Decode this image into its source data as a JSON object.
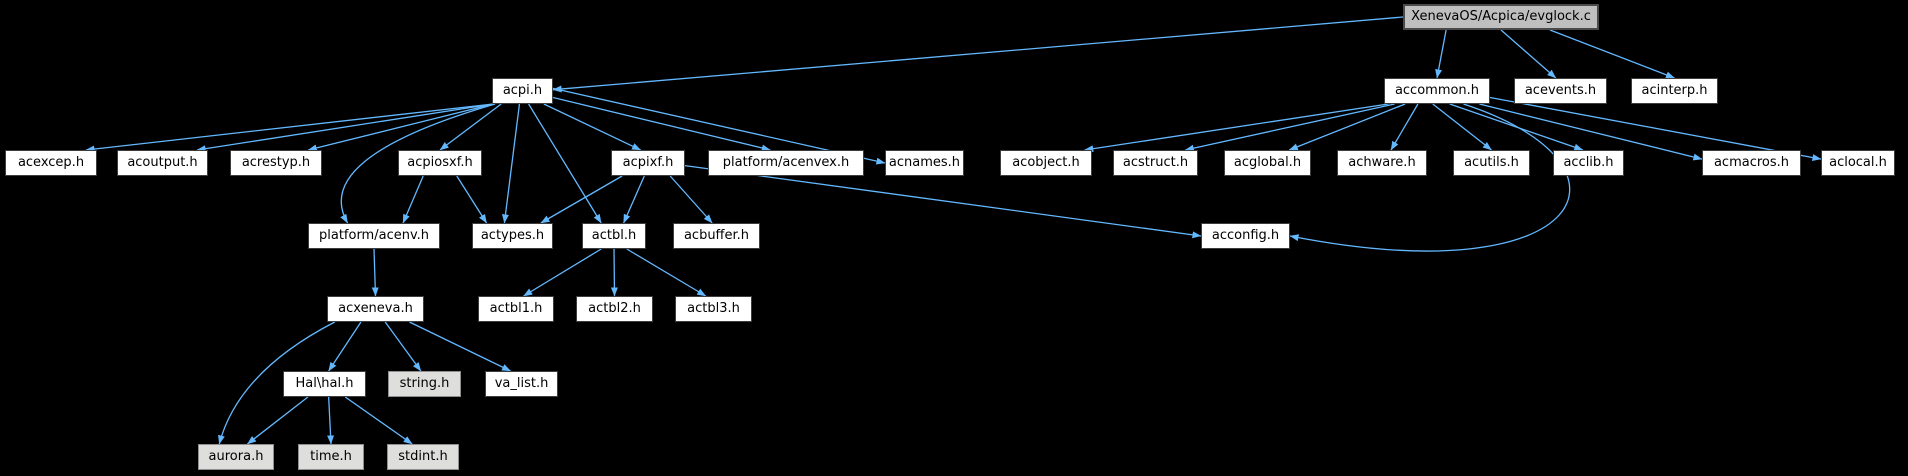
{
  "graph": {
    "title": "Include dependency graph for XenevaOS/Acpica/evglock.c",
    "edge_color": "#63B8FF",
    "node_fill": "#ffffff",
    "leaf_node_fill": "#dededd",
    "current_node_fill": "#bfbfbf",
    "background": "#000000"
  },
  "nodes": {
    "evglock": {
      "label": "XenevaOS/Acpica/evglock.c"
    },
    "acpi": {
      "label": "acpi.h"
    },
    "accommon": {
      "label": "accommon.h"
    },
    "acevents": {
      "label": "acevents.h"
    },
    "acinterp": {
      "label": "acinterp.h"
    },
    "acexcep": {
      "label": "acexcep.h"
    },
    "acoutput": {
      "label": "acoutput.h"
    },
    "acrestyp": {
      "label": "acrestyp.h"
    },
    "acpiosxf": {
      "label": "acpiosxf.h"
    },
    "acpixf": {
      "label": "acpixf.h"
    },
    "acenvex": {
      "label": "platform/acenvex.h"
    },
    "acnames": {
      "label": "acnames.h"
    },
    "acobject": {
      "label": "acobject.h"
    },
    "acstruct": {
      "label": "acstruct.h"
    },
    "acglobal": {
      "label": "acglobal.h"
    },
    "achware": {
      "label": "achware.h"
    },
    "acutils": {
      "label": "acutils.h"
    },
    "acclib": {
      "label": "acclib.h"
    },
    "acmacros": {
      "label": "acmacros.h"
    },
    "aclocal": {
      "label": "aclocal.h"
    },
    "acenv": {
      "label": "platform/acenv.h"
    },
    "actypes": {
      "label": "actypes.h"
    },
    "actbl": {
      "label": "actbl.h"
    },
    "acbuffer": {
      "label": "acbuffer.h"
    },
    "acconfig": {
      "label": "acconfig.h"
    },
    "acxeneva": {
      "label": "acxeneva.h"
    },
    "actbl1": {
      "label": "actbl1.h"
    },
    "actbl2": {
      "label": "actbl2.h"
    },
    "actbl3": {
      "label": "actbl3.h"
    },
    "hal": {
      "label": "Hal\\hal.h"
    },
    "string": {
      "label": "string.h"
    },
    "valist": {
      "label": "va_list.h"
    },
    "aurora": {
      "label": "aurora.h"
    },
    "time": {
      "label": "time.h"
    },
    "stdint": {
      "label": "stdint.h"
    }
  },
  "edges": [
    {
      "f": "evglock",
      "t": "acpi",
      "fa": [
        "left",
        0.5
      ],
      "ta": [
        "right",
        0.45
      ]
    },
    {
      "f": "evglock",
      "t": "accommon",
      "fa": [
        "bottom",
        0.22
      ],
      "ta": [
        "top",
        0.5
      ]
    },
    {
      "f": "evglock",
      "t": "acevents",
      "fa": [
        "bottom",
        0.5
      ],
      "ta": [
        "top",
        0.45
      ]
    },
    {
      "f": "evglock",
      "t": "acinterp",
      "fa": [
        "bottom",
        0.75
      ],
      "ta": [
        "top",
        0.5
      ]
    },
    {
      "f": "acpi",
      "t": "acexcep",
      "fa": [
        "bottom",
        0.02
      ],
      "ta": [
        "top",
        0.88
      ]
    },
    {
      "f": "acpi",
      "t": "acoutput",
      "fa": [
        "bottom",
        0.02
      ],
      "ta": [
        "top",
        0.88
      ]
    },
    {
      "f": "acpi",
      "t": "acrestyp",
      "fa": [
        "bottom",
        0.02
      ],
      "ta": [
        "top",
        0.85
      ]
    },
    {
      "f": "acpi",
      "t": "acpiosxf",
      "fa": [
        "bottom",
        0.15
      ],
      "ta": [
        "top",
        0.5
      ]
    },
    {
      "f": "acpi",
      "t": "acenv",
      "fa": [
        "bottom",
        0.05
      ],
      "c": [
        [
          310,
          158
        ]
      ],
      "ta": [
        "top",
        0.3
      ]
    },
    {
      "f": "acpi",
      "t": "actypes",
      "fa": [
        "bottom",
        0.45
      ],
      "ta": [
        "top",
        0.4
      ]
    },
    {
      "f": "acpi",
      "t": "actbl",
      "fa": [
        "bottom",
        0.6
      ],
      "ta": [
        "top",
        0.3
      ]
    },
    {
      "f": "acpi",
      "t": "acpixf",
      "fa": [
        "bottom",
        0.85
      ],
      "ta": [
        "top",
        0.4
      ]
    },
    {
      "f": "acpi",
      "t": "acenvex",
      "fa": [
        "right",
        0.75
      ],
      "ta": [
        "top",
        0.4
      ]
    },
    {
      "f": "acpi",
      "t": "acnames",
      "fa": [
        "right",
        0.4
      ],
      "ta": [
        "left",
        0.5
      ]
    },
    {
      "f": "acpiosxf",
      "t": "acenv",
      "fa": [
        "bottom",
        0.3
      ],
      "ta": [
        "top",
        0.72
      ]
    },
    {
      "f": "acpiosxf",
      "t": "actypes",
      "fa": [
        "bottom",
        0.7
      ],
      "ta": [
        "top",
        0.18
      ]
    },
    {
      "f": "acpixf",
      "t": "actypes",
      "fa": [
        "bottom",
        0.15
      ],
      "ta": [
        "top",
        0.85
      ]
    },
    {
      "f": "acpixf",
      "t": "actbl",
      "fa": [
        "bottom",
        0.45
      ],
      "ta": [
        "top",
        0.65
      ]
    },
    {
      "f": "acpixf",
      "t": "acbuffer",
      "fa": [
        "bottom",
        0.8
      ],
      "ta": [
        "top",
        0.45
      ]
    },
    {
      "f": "acpixf",
      "t": "acconfig",
      "fa": [
        "right",
        0.6
      ],
      "ta": [
        "left",
        0.5
      ]
    },
    {
      "f": "accommon",
      "t": "acobject",
      "fa": [
        "bottom",
        0.04
      ],
      "ta": [
        "top",
        0.92
      ]
    },
    {
      "f": "accommon",
      "t": "acstruct",
      "fa": [
        "bottom",
        0.1
      ],
      "ta": [
        "top",
        0.85
      ]
    },
    {
      "f": "accommon",
      "t": "acglobal",
      "fa": [
        "bottom",
        0.2
      ],
      "ta": [
        "top",
        0.75
      ]
    },
    {
      "f": "accommon",
      "t": "achware",
      "fa": [
        "bottom",
        0.32
      ],
      "ta": [
        "top",
        0.6
      ]
    },
    {
      "f": "accommon",
      "t": "acutils",
      "fa": [
        "bottom",
        0.46
      ],
      "ta": [
        "top",
        0.5
      ]
    },
    {
      "f": "accommon",
      "t": "acclib",
      "fa": [
        "bottom",
        0.62
      ],
      "ta": [
        "top",
        0.42
      ]
    },
    {
      "f": "accommon",
      "t": "acmacros",
      "fa": [
        "bottom",
        0.9
      ],
      "ta": [
        "left",
        0.35
      ]
    },
    {
      "f": "accommon",
      "t": "aclocal",
      "fa": [
        "right",
        0.75
      ],
      "ta": [
        "left",
        0.35
      ]
    },
    {
      "f": "accommon",
      "t": "acconfig",
      "fa": [
        "bottom",
        0.75
      ],
      "c": [
        [
          1650,
          165
        ],
        [
          1590,
          295
        ]
      ],
      "ta": [
        "right",
        0.5
      ]
    },
    {
      "f": "acenv",
      "t": "acxeneva",
      "fa": [
        "bottom",
        0.5
      ],
      "ta": [
        "top",
        0.5
      ]
    },
    {
      "f": "actbl",
      "t": "actbl1",
      "fa": [
        "bottom",
        0.3
      ],
      "ta": [
        "top",
        0.6
      ]
    },
    {
      "f": "actbl",
      "t": "actbl2",
      "fa": [
        "bottom",
        0.5
      ],
      "ta": [
        "top",
        0.5
      ]
    },
    {
      "f": "actbl",
      "t": "actbl3",
      "fa": [
        "bottom",
        0.7
      ],
      "ta": [
        "top",
        0.4
      ]
    },
    {
      "f": "acxeneva",
      "t": "aurora",
      "fa": [
        "bottom",
        0.08
      ],
      "c": [
        [
          238,
          372
        ]
      ],
      "ta": [
        "top",
        0.28
      ]
    },
    {
      "f": "acxeneva",
      "t": "hal",
      "fa": [
        "bottom",
        0.35
      ],
      "ta": [
        "top",
        0.55
      ]
    },
    {
      "f": "acxeneva",
      "t": "string",
      "fa": [
        "bottom",
        0.6
      ],
      "ta": [
        "top",
        0.45
      ]
    },
    {
      "f": "acxeneva",
      "t": "valist",
      "fa": [
        "bottom",
        0.85
      ],
      "ta": [
        "top",
        0.35
      ]
    },
    {
      "f": "hal",
      "t": "aurora",
      "fa": [
        "bottom",
        0.3
      ],
      "ta": [
        "top",
        0.65
      ]
    },
    {
      "f": "hal",
      "t": "time",
      "fa": [
        "bottom",
        0.55
      ],
      "ta": [
        "top",
        0.5
      ]
    },
    {
      "f": "hal",
      "t": "stdint",
      "fa": [
        "bottom",
        0.75
      ],
      "ta": [
        "top",
        0.35
      ]
    }
  ]
}
